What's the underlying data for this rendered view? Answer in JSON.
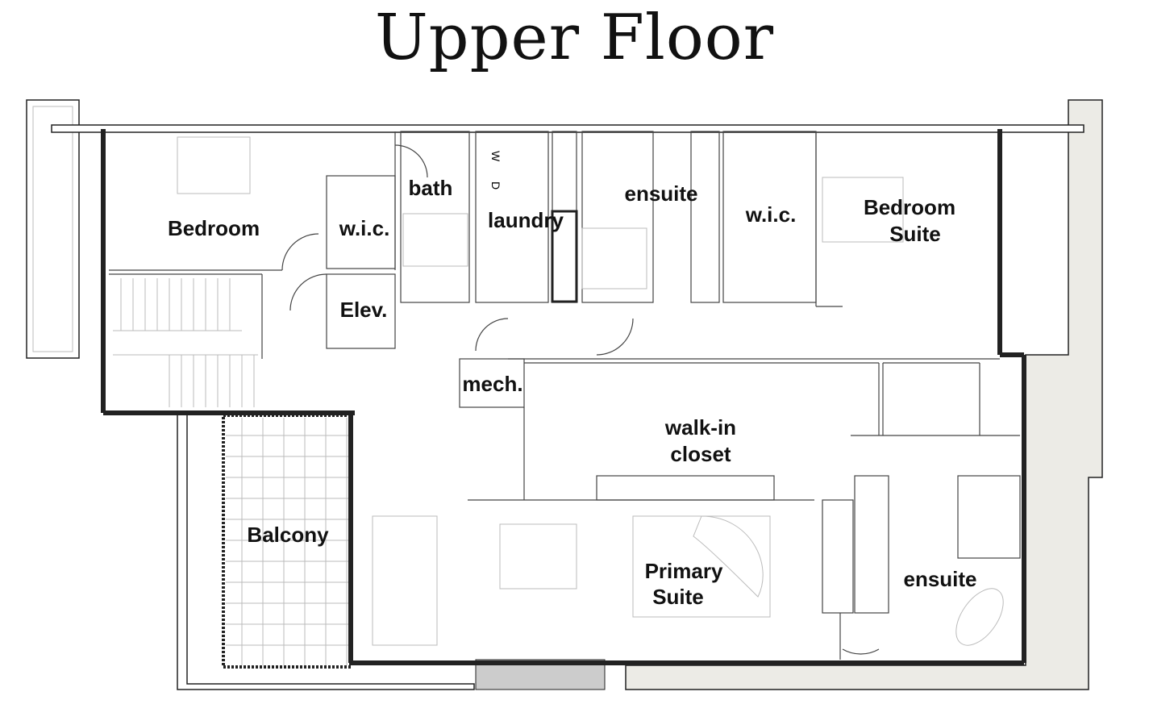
{
  "title": "Upper Floor",
  "rooms": {
    "bedroom": "Bedroom",
    "wic_left": "w.i.c.",
    "bath": "bath",
    "laundry": "laundry",
    "ensuite_top": "ensuite",
    "wic_right": "w.i.c.",
    "bedroom_suite_1": "Bedroom",
    "bedroom_suite_2": "Suite",
    "elev": "Elev.",
    "mech": "mech.",
    "walkin_1": "walk-in",
    "walkin_2": "closet",
    "balcony": "Balcony",
    "primary_1": "Primary",
    "primary_2": "Suite",
    "ensuite_bottom": "ensuite"
  },
  "appliances": {
    "dryer": "D",
    "washer": "W"
  }
}
